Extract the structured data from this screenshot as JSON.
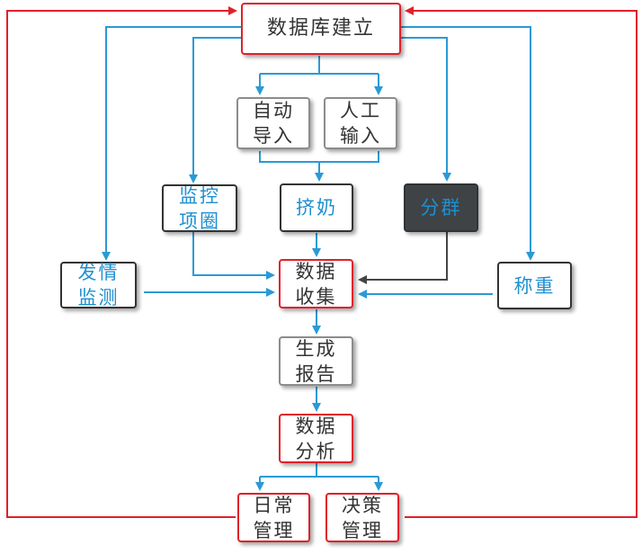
{
  "nodes": {
    "db_build": "数据库建立",
    "auto_import": "自动\n导入",
    "manual_input": "人工\n输入",
    "monitor_collar": "监控\n项圈",
    "milking": "挤奶",
    "grouping": "分群",
    "estrus_monitor": "发情\n监测",
    "data_collect": "数据\n收集",
    "weighing": "称重",
    "report_gen": "生成\n报告",
    "data_analysis": "数据\n分析",
    "daily_mgmt": "日常\n管理",
    "decision_mgmt": "决策\n管理"
  },
  "colors": {
    "blue_arrow": "#2a9ad6",
    "red_line": "#e0202a",
    "dark_arrow": "#444444"
  }
}
